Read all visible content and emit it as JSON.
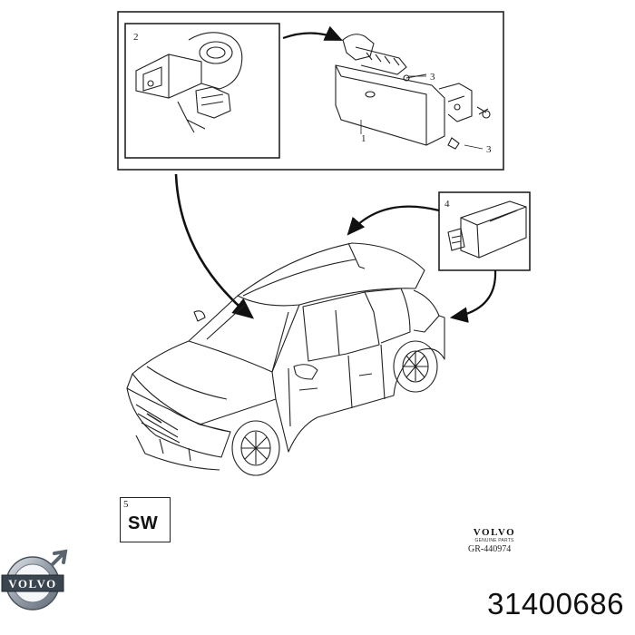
{
  "callouts": {
    "c1": "1",
    "c2": "2",
    "c3a": "3",
    "c3b": "3",
    "c4": "4",
    "c5": "5"
  },
  "software_box": {
    "label": "SW"
  },
  "brand": {
    "wordmark": "VOLVO",
    "subline": "GENUINE PARTS",
    "reference": "GR-440974"
  },
  "logo": {
    "wordmark": "VOLVO"
  },
  "part_number": "31400686"
}
